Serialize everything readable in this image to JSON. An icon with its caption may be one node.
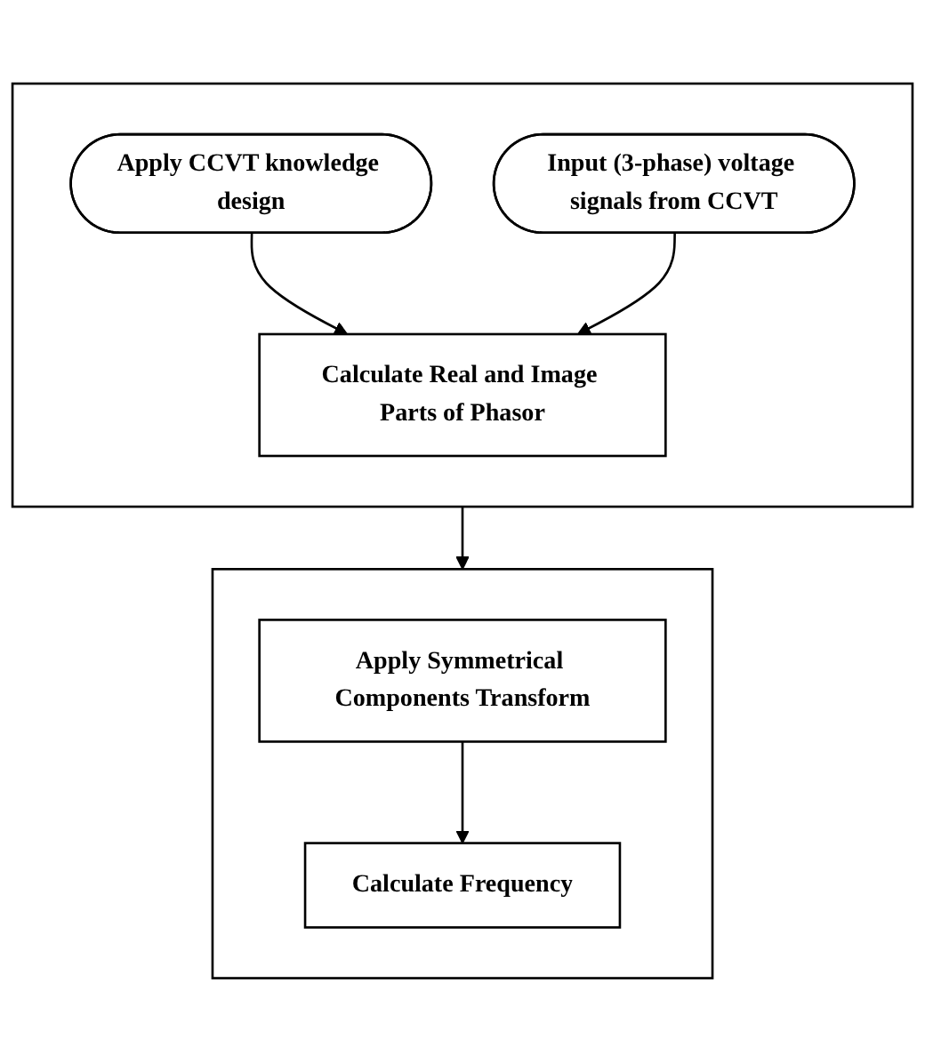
{
  "diagram": {
    "nodes": [
      {
        "text": [],
        "shape": "box"
      },
      {
        "text": [
          "Apply CCVT knowledge design"
        ],
        "in": 0
      },
      {
        "text": [
          "Input (3-phase) voltage signals from CCVT"
        ],
        "in": 0
      },
      {
        "text": [
          "Calculate Real and Image Parts of Phasor"
        ],
        "in": 0
      },
      {
        "text": [],
        "shape": "box"
      },
      {
        "text": [
          "Apply Symmetrical Components Transform"
        ],
        "in": 4
      },
      {
        "text": [
          "Calculate Frequency"
        ],
        "in": 4
      }
    ],
    "edges": [
      {
        "from": 1,
        "to": 3,
        "arrow": "to"
      },
      {
        "from": 2,
        "to": 3,
        "arrow": "to"
      },
      {
        "from": 0,
        "to": 4,
        "arrow": "to"
      },
      {
        "from": 5,
        "to": 6,
        "arrow": "to"
      }
    ]
  }
}
